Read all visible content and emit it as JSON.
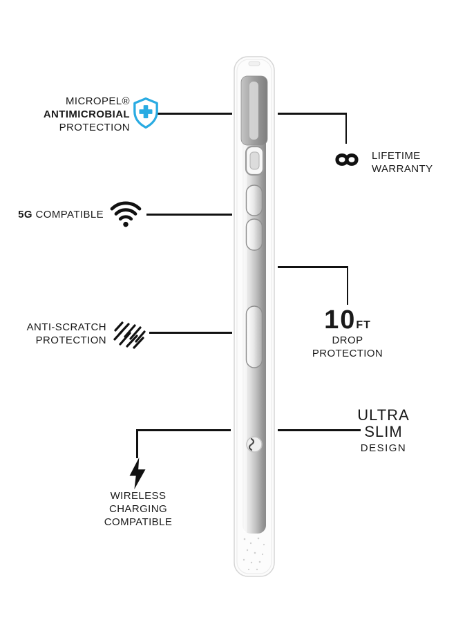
{
  "colors": {
    "line": "#111111",
    "shield_blue": "#29abe2",
    "text": "#1a1a1a"
  },
  "features": {
    "antimicrobial": {
      "line1": "MICROPEL®",
      "line2": "ANTIMICROBIAL",
      "line3": "PROTECTION"
    },
    "warranty": {
      "line1": "LIFETIME",
      "line2": "WARRANTY"
    },
    "five_g": {
      "bold": "5G",
      "rest": " COMPATIBLE"
    },
    "drop": {
      "number": "10",
      "unit": "FT",
      "line1": "DROP",
      "line2": "PROTECTION"
    },
    "scratch": {
      "line1": "ANTI-SCRATCH",
      "line2": "PROTECTION"
    },
    "slim": {
      "line1": "ULTRA",
      "line2": "SLIM",
      "line3": "DESIGN"
    },
    "wireless": {
      "line1": "WIRELESS",
      "line2": "CHARGING",
      "line3": "COMPATIBLE"
    }
  },
  "icons": {
    "antimicrobial": "shield-plus-icon",
    "warranty": "infinity-icon",
    "five_g": "wifi-icon",
    "scratch": "scratch-scribble-icon",
    "wireless": "lightning-bolt-icon"
  }
}
